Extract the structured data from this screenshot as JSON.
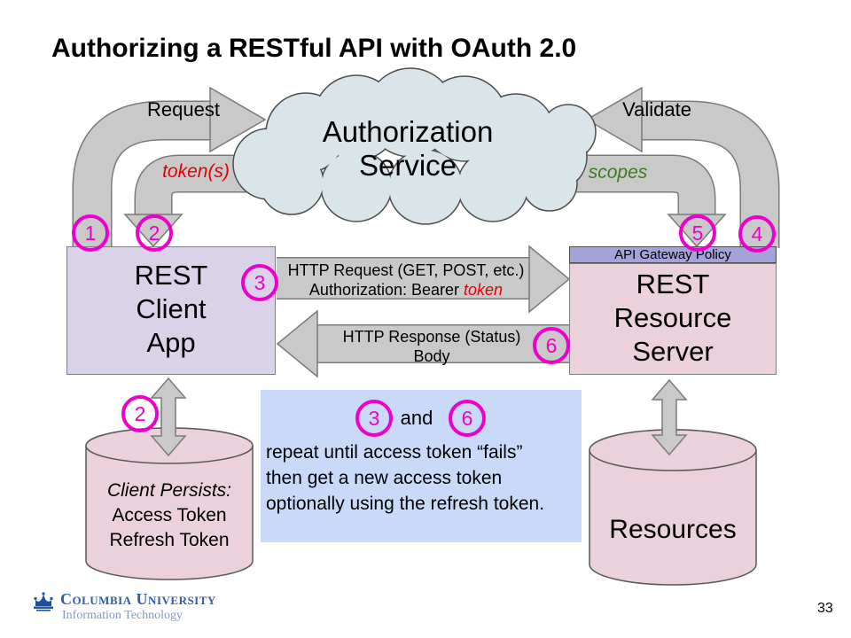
{
  "slide": {
    "title": "Authorizing a RESTful API with OAuth 2.0",
    "page_number": "33"
  },
  "cloud": {
    "line1": "Authorization",
    "line2": "Service"
  },
  "arrows": {
    "request": "Request",
    "tokens": "token(s)",
    "validate": "Validate",
    "scopes": "scopes",
    "http_request_line1": "HTTP Request (GET, POST, etc.)",
    "http_request_line2_prefix": "Authorization: Bearer ",
    "http_request_token": "token",
    "http_response_line1": "HTTP Response (Status)",
    "http_response_line2": "Body"
  },
  "boxes": {
    "client": {
      "line1": "REST",
      "line2": "Client",
      "line3": "App"
    },
    "server": {
      "line1": "REST",
      "line2": "Resource",
      "line3": "Server"
    },
    "gateway": "API Gateway Policy"
  },
  "cylinders": {
    "client_store": {
      "line1": "Client Persists:",
      "line2": "Access Token",
      "line3": "Refresh Token"
    },
    "resources": "Resources"
  },
  "note": {
    "step_a": "3",
    "conj": "and",
    "step_b": "6",
    "line1": "repeat until access token “fails”",
    "line2": "then get a new access token",
    "line3": "optionally using the refresh token."
  },
  "steps": {
    "s1": "1",
    "s2": "2",
    "s3": "3",
    "s4": "4",
    "s5": "5",
    "s6": "6",
    "s2b": "2"
  },
  "footer": {
    "org": "Columbia University",
    "dept": "Information Technology"
  },
  "colors": {
    "accent_magenta": "#ee00cc",
    "token_red": "#e60000",
    "scopes_green": "#3c7a21",
    "arrow_gray": "#c9c9c9",
    "arrow_outline": "#7a7a7a",
    "cloud_fill": "#d9e5e8",
    "client_box_fill": "#d9d2e9",
    "pink_fill": "#ead1dc",
    "banner_fill": "#a3a3d9",
    "note_fill": "#c9daf8",
    "columbia_blue": "#2f5da8"
  }
}
